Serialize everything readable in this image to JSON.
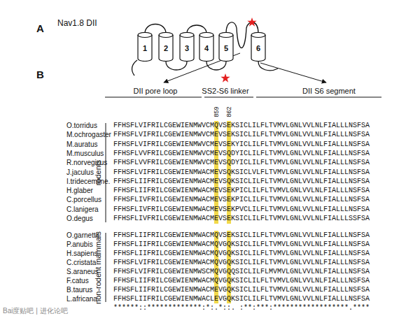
{
  "diagram": {
    "nodes": [
      {
        "text": [
          "1"
        ]
      },
      {
        "text": [
          "2"
        ]
      },
      {
        "text": [
          "3"
        ]
      },
      {
        "text": [
          "4"
        ]
      },
      {
        "text": [
          "5"
        ]
      },
      {
        "text": [
          "6"
        ]
      }
    ],
    "labels": [
      "A",
      "Nav1.8 DII",
      "B",
      "DII pore loop",
      "SS2-S6 linker",
      "DII S6 segment",
      "859",
      "862",
      "rodents",
      "O.torridus",
      "FFHSFLVIFRILCGEWIENMWVCMQVSEKSICLILFLTVMVLGNLVVLNLFIALLLNSFSA",
      "M.ochrogaster",
      "FFHSFLVIFRILCGEWIENMWVCMEVSEKSICLILFLTVMVLGNLVVLNLFIALLLNSFSA",
      "M.auratus",
      "FFHSFLVIFRILCGEWIENMWVCMEVSEKYICLILFLTVMVLGNLVVLNLFIALLLNSFSA",
      "M.musculus",
      "FFHSFLVVFRILCGEWIENMWVCMEVSQDYICLILFLTVMVLGNLVVLNLFIALLLNSFSA",
      "R.norvegicus",
      "FFHSFLVVFRILCGEWIENMWVCMEVSQDYICLILFLTVMVLGNLVVLNLFIALLLNSFSA",
      "J.jaculus",
      "FFHSFLVIFRILCGEWIENMWACMEVSQKSICLVLFLTVMVLGNLVVLNLFIALLLNSFSA",
      "I.tridecemline.",
      "FFHSFLIIFRILCGEWIENMWACMEVSQKSICLILFLTVMVLGNLVVLNLFIALLLNSFSA",
      "H.glaber",
      "FFHSFLIIFRILCGEWIENMWACMEVSEKPICLILFLTVMVLGNLVVLNLFIALLLNSFSA",
      "C.porcellus",
      "FFHSFLIVFRILCGEWIENMWACMEVSEKPICLILFLTVMVLGNLVVLNLFIALLLNSFSA",
      "C.lanigera",
      "FFHSFLIVFRILCGEWIENMWACMEVSEKPVCLILFLTVMVLGNLVVLNLFIALLLNSFSA",
      "O.degus",
      "FFHSFLIVFRILCGEWIENMWACMEVSEKSICLILFLTVMVLGNLVVLNLFIALLLSSFSA",
      "non-rodent mammals",
      "O.garnettii",
      "FFHSFLIIFRILCGEWIENMWACMQVSEKSICLILFLTVMVLGNLVVLNLFIALLLNSFSA",
      "P.anubis",
      "FFHSFLIIFRILCGEWIENMWACMQVGQKSICLILFLTVMVLGNLVVLNLFIALLLNSFSA",
      "H.sapiens",
      "FFHSFLIIFRILCGEWIENMWACMQVGQKSICLILFLTVMVLGNLVVLNLFIALLLNSFSA",
      "C.cristata",
      "FFHSFLVIFRILCGEWIENMWACMQVGQKSICLILFLTVMVLGNLVVLNLFIALLLNSFSA",
      "S.araneus",
      "FFHSFLVIFRILCGEWIENMWSCMQVGQQSICLILFLMVMVLGNLVVLNLFIALLLNSFSA",
      "F.catus",
      "FFHSFLIIFRILCGEWIENMWACMQVGQKSICLILFLTVMVLGNLVVLNLFIALLLNSFSA",
      "B.taurus",
      "FFHSFLIIFRILCGEWIENMWACMEVGQKSICLILFLTVMVLGNLVVLNLFIALLLNSFSA",
      "L.africana",
      "FFHSFLIIFRILCGEWIENMWACLEVGQKSICLILFLTVMVLGNLVVLNLFIALLLNSFSA",
      "******::*************:*:.*::. :**:***:******************.****",
      "Bai度贴吧 | 进化论吧"
    ]
  }
}
